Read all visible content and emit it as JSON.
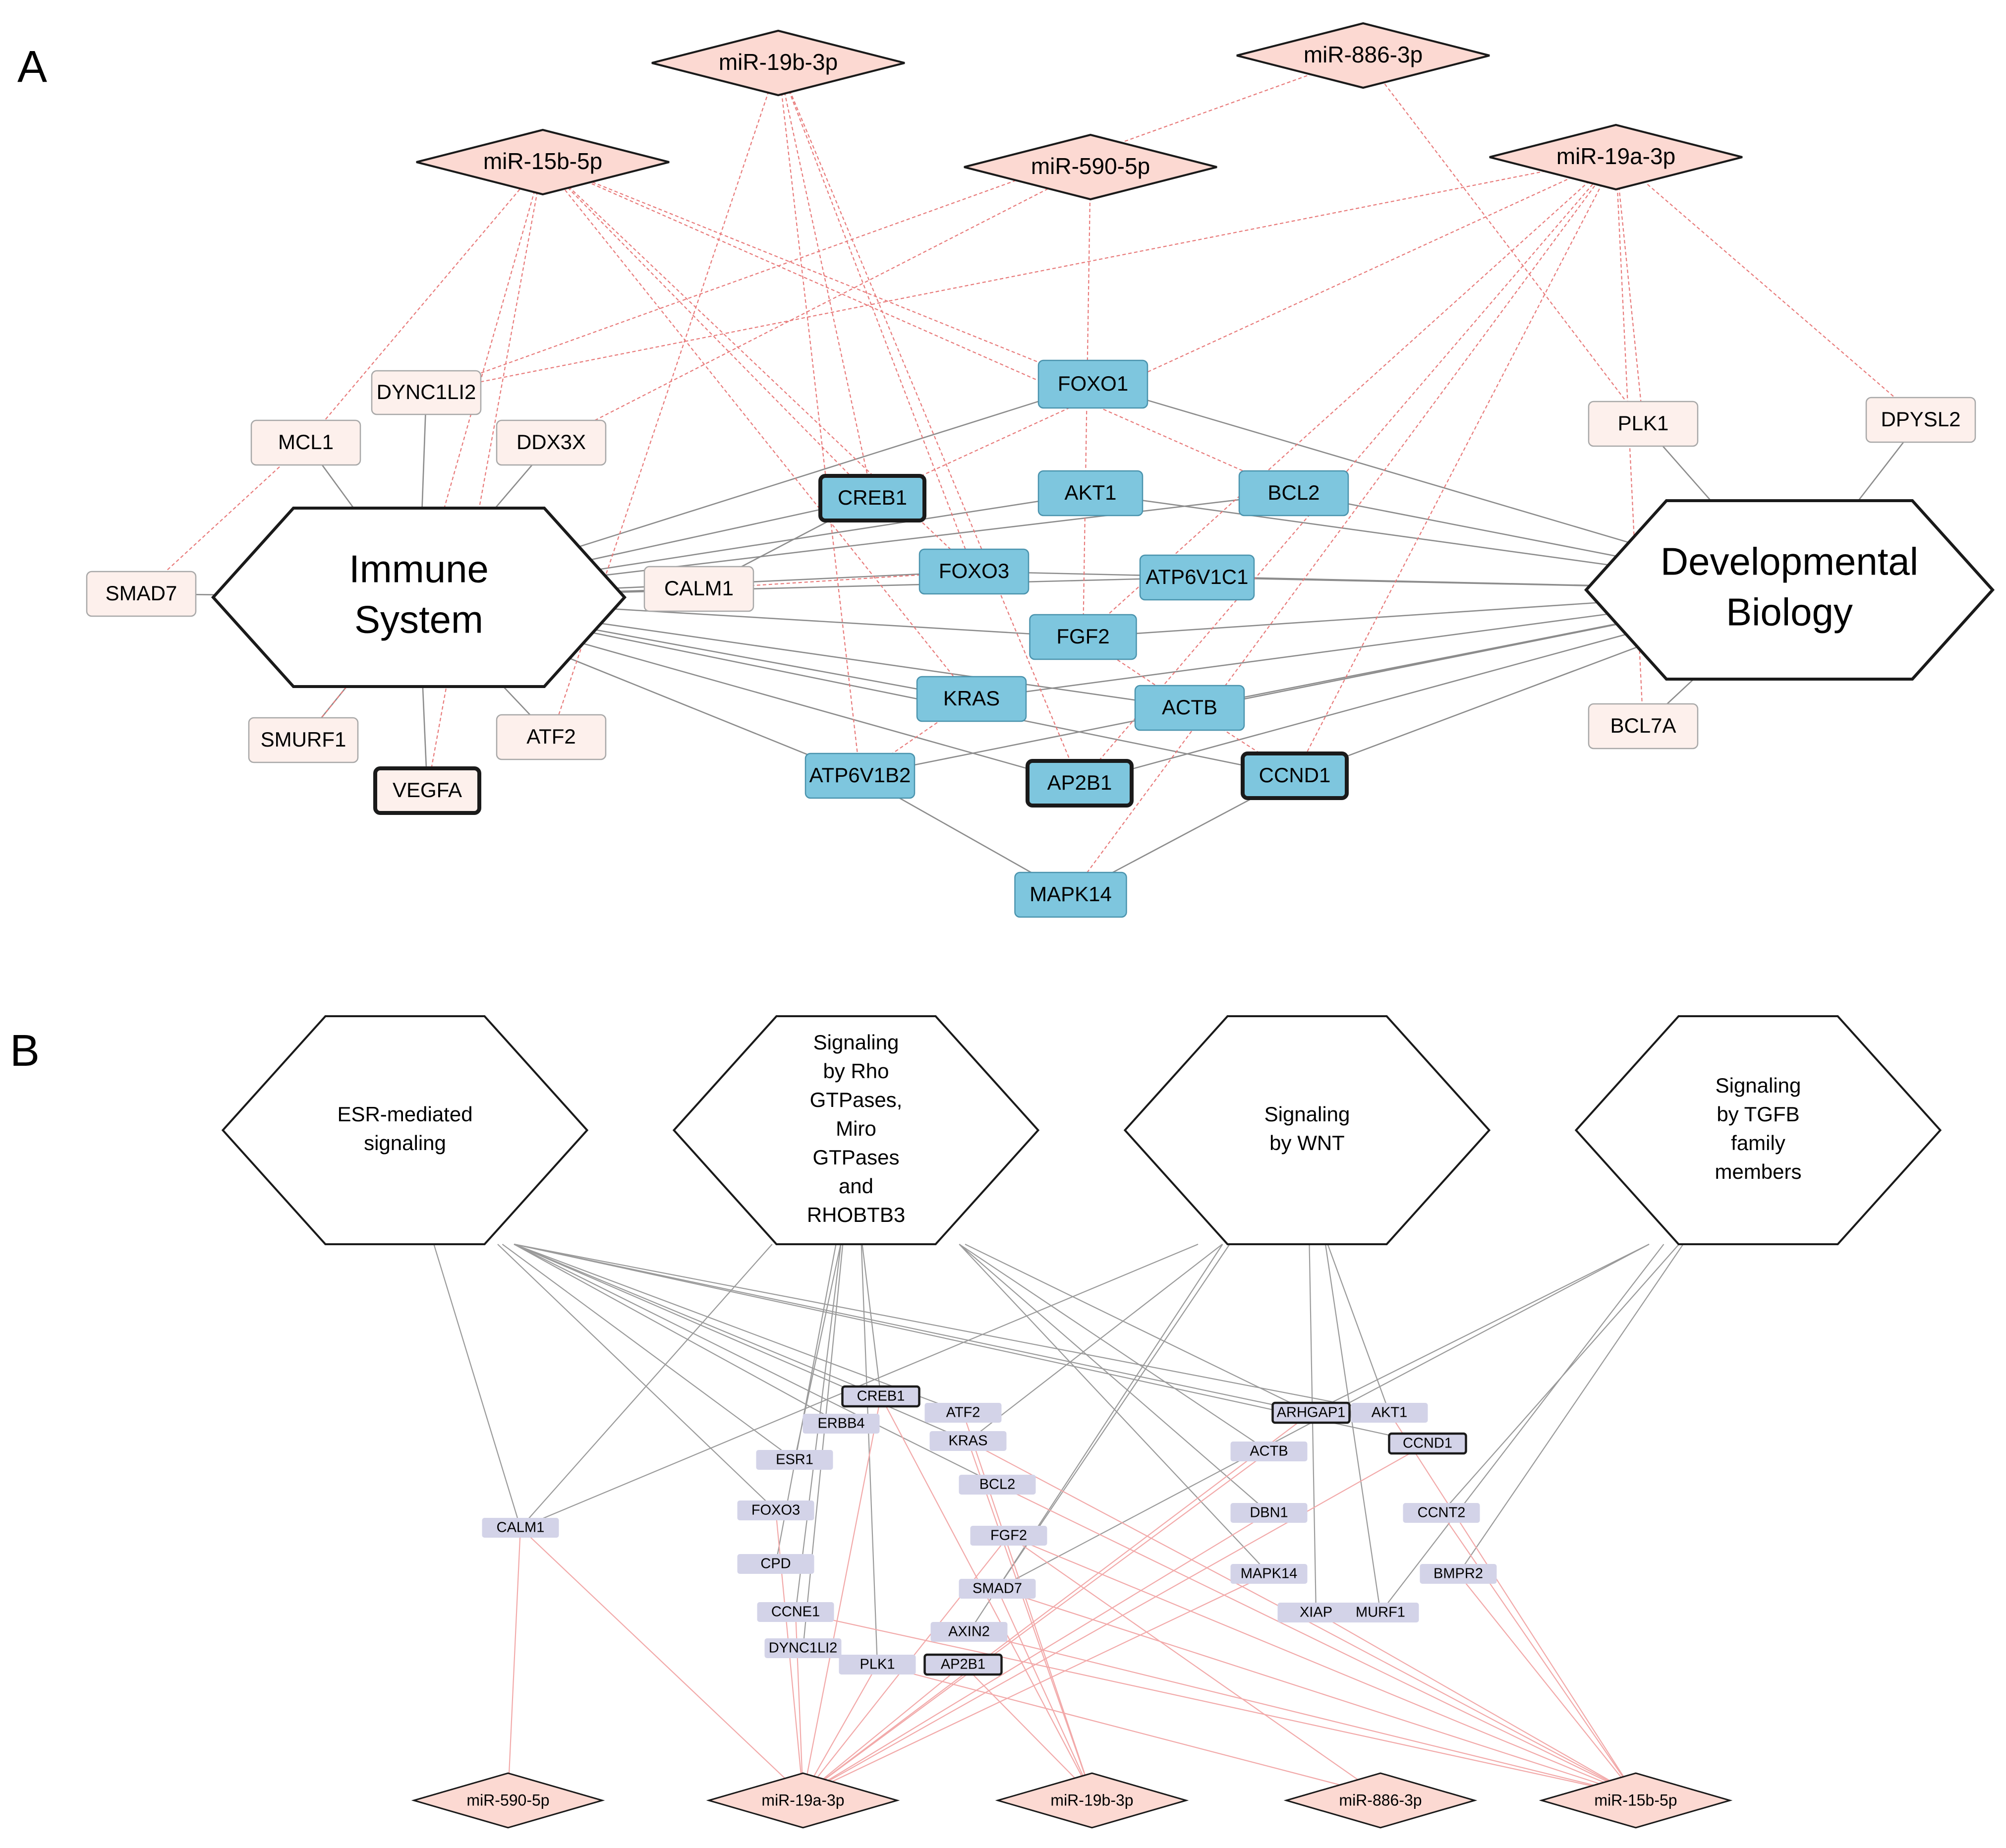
{
  "panels": [
    {
      "label": "A",
      "pathways": [
        {
          "id": "immune",
          "lines": [
            "Immune",
            "System"
          ],
          "size": "large"
        },
        {
          "id": "dev",
          "lines": [
            "Developmental",
            "Biology"
          ],
          "size": "large"
        }
      ],
      "mirnas": [
        {
          "id": "mir19b",
          "label": "miR-19b-3p"
        },
        {
          "id": "mir886",
          "label": "miR-886-3p"
        },
        {
          "id": "mir15b",
          "label": "miR-15b-5p"
        },
        {
          "id": "mir590",
          "label": "miR-590-5p"
        },
        {
          "id": "mir19a",
          "label": "miR-19a-3p"
        }
      ],
      "genes": [
        {
          "id": "FOXO1",
          "label": "FOXO1",
          "type": "shared",
          "bold": false
        },
        {
          "id": "CREB1",
          "label": "CREB1",
          "type": "shared",
          "bold": true
        },
        {
          "id": "AKT1",
          "label": "AKT1",
          "type": "shared",
          "bold": false
        },
        {
          "id": "BCL2",
          "label": "BCL2",
          "type": "shared",
          "bold": false
        },
        {
          "id": "FOXO3",
          "label": "FOXO3",
          "type": "shared",
          "bold": false
        },
        {
          "id": "ATP6V1C1",
          "label": "ATP6V1C1",
          "type": "shared",
          "bold": false
        },
        {
          "id": "FGF2",
          "label": "FGF2",
          "type": "shared",
          "bold": false
        },
        {
          "id": "KRAS",
          "label": "KRAS",
          "type": "shared",
          "bold": false
        },
        {
          "id": "ACTB",
          "label": "ACTB",
          "type": "shared",
          "bold": false
        },
        {
          "id": "ATP6V1B2",
          "label": "ATP6V1B2",
          "type": "shared",
          "bold": false
        },
        {
          "id": "AP2B1",
          "label": "AP2B1",
          "type": "shared",
          "bold": true
        },
        {
          "id": "CCND1",
          "label": "CCND1",
          "type": "shared",
          "bold": true
        },
        {
          "id": "MAPK14",
          "label": "MAPK14",
          "type": "shared",
          "bold": false
        },
        {
          "id": "DYNC1LI2",
          "label": "DYNC1LI2",
          "type": "single",
          "bold": false
        },
        {
          "id": "MCL1",
          "label": "MCL1",
          "type": "single",
          "bold": false
        },
        {
          "id": "DDX3X",
          "label": "DDX3X",
          "type": "single",
          "bold": false
        },
        {
          "id": "SMAD7",
          "label": "SMAD7",
          "type": "single",
          "bold": false
        },
        {
          "id": "CALM1",
          "label": "CALM1",
          "type": "single",
          "bold": false
        },
        {
          "id": "SMURF1",
          "label": "SMURF1",
          "type": "single",
          "bold": false
        },
        {
          "id": "VEGFA",
          "label": "VEGFA",
          "type": "single",
          "bold": true
        },
        {
          "id": "ATF2",
          "label": "ATF2",
          "type": "single",
          "bold": false
        },
        {
          "id": "PLK1",
          "label": "PLK1",
          "type": "single",
          "bold": false
        },
        {
          "id": "DPYSL2",
          "label": "DPYSL2",
          "type": "single",
          "bold": false
        },
        {
          "id": "BCL7A",
          "label": "BCL7A",
          "type": "single",
          "bold": false
        }
      ]
    },
    {
      "label": "B",
      "pathways": [
        {
          "id": "esr",
          "lines": [
            "ESR-mediated",
            "signaling"
          ],
          "size": "small"
        },
        {
          "id": "rho",
          "lines": [
            "Signaling",
            "by Rho",
            "GTPases,",
            "Miro",
            "GTPases",
            "and",
            "RHOBTB3"
          ],
          "size": "small"
        },
        {
          "id": "wnt",
          "lines": [
            "Signaling",
            "by WNT"
          ],
          "size": "small"
        },
        {
          "id": "tgfb",
          "lines": [
            "Signaling",
            "by TGFB",
            "family",
            "members"
          ],
          "size": "small"
        }
      ],
      "genes": [
        {
          "id": "CREB1",
          "label": "CREB1",
          "bold": true
        },
        {
          "id": "ATF2",
          "label": "ATF2",
          "bold": false
        },
        {
          "id": "ERBB4",
          "label": "ERBB4",
          "bold": false
        },
        {
          "id": "KRAS",
          "label": "KRAS",
          "bold": false
        },
        {
          "id": "ESR1",
          "label": "ESR1",
          "bold": false
        },
        {
          "id": "BCL2",
          "label": "BCL2",
          "bold": false
        },
        {
          "id": "FOXO3",
          "label": "FOXO3",
          "bold": false
        },
        {
          "id": "CALM1",
          "label": "CALM1",
          "bold": false
        },
        {
          "id": "FGF2",
          "label": "FGF2",
          "bold": false
        },
        {
          "id": "CPD",
          "label": "CPD",
          "bold": false
        },
        {
          "id": "SMAD7",
          "label": "SMAD7",
          "bold": false
        },
        {
          "id": "CCNE1",
          "label": "CCNE1",
          "bold": false
        },
        {
          "id": "AXIN2",
          "label": "AXIN2",
          "bold": false
        },
        {
          "id": "DYNC1LI2",
          "label": "DYNC1LI2",
          "bold": false
        },
        {
          "id": "PLK1",
          "label": "PLK1",
          "bold": false
        },
        {
          "id": "AP2B1",
          "label": "AP2B1",
          "bold": true
        },
        {
          "id": "ARHGAP1",
          "label": "ARHGAP1",
          "bold": true
        },
        {
          "id": "AKT1",
          "label": "AKT1",
          "bold": false
        },
        {
          "id": "ACTB",
          "label": "ACTB",
          "bold": false
        },
        {
          "id": "CCND1",
          "label": "CCND1",
          "bold": true
        },
        {
          "id": "DBN1",
          "label": "DBN1",
          "bold": false
        },
        {
          "id": "CCNT2",
          "label": "CCNT2",
          "bold": false
        },
        {
          "id": "MAPK14",
          "label": "MAPK14",
          "bold": false
        },
        {
          "id": "BMPR2",
          "label": "BMPR2",
          "bold": false
        },
        {
          "id": "XIAP",
          "label": "XIAP",
          "bold": false
        },
        {
          "id": "MURF1",
          "label": "MURF1",
          "bold": false
        }
      ],
      "mirnas": [
        {
          "id": "mir590",
          "label": "miR-590-5p"
        },
        {
          "id": "mir19a",
          "label": "miR-19a-3p"
        },
        {
          "id": "mir19b",
          "label": "miR-19b-3p"
        },
        {
          "id": "mir886",
          "label": "miR-886-3p"
        },
        {
          "id": "mir15b",
          "label": "miR-15b-5p"
        }
      ]
    }
  ],
  "colors": {
    "mirna_fill": "#fcd9d2",
    "shared_gene_fill": "#7ec6de",
    "single_gene_fill": "#fdf0ec",
    "b_gene_fill": "#d3d3e8",
    "gene_edge": "#8c8c8c",
    "mirna_edge": "#e87a7a"
  }
}
